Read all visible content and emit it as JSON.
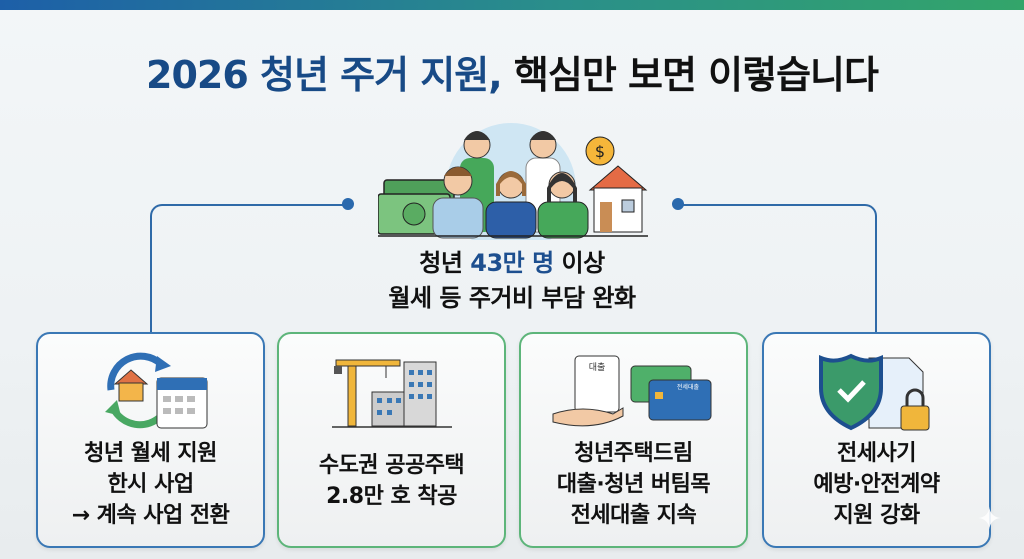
{
  "title": {
    "highlight": "2026 청년 주거 지원,",
    "rest": " 핵심만 보면 이렇습니다"
  },
  "summary": {
    "line1_pre": "청년 ",
    "line1_hl": "43만 명",
    "line1_post": " 이상",
    "line2": "월세 등 주거비 부담 완화"
  },
  "cards": [
    {
      "lines": [
        "청년 월세 지원",
        "한시 사업",
        "→ 계속 사업 전환"
      ]
    },
    {
      "lines": [
        "수도권 공공주택",
        "2.8만 호 착공"
      ]
    },
    {
      "lines": [
        "청년주택드림",
        "대출·청년 버팀목",
        "전세대출 지속"
      ],
      "doc_label": "대출",
      "card_label": "전세대출"
    },
    {
      "lines": [
        "전세사기",
        "예방·안전계약",
        "지원 강화"
      ]
    }
  ],
  "colors": {
    "accent_blue": "#184a86",
    "card_blue": "#3a78b5",
    "card_green": "#5db57a"
  }
}
